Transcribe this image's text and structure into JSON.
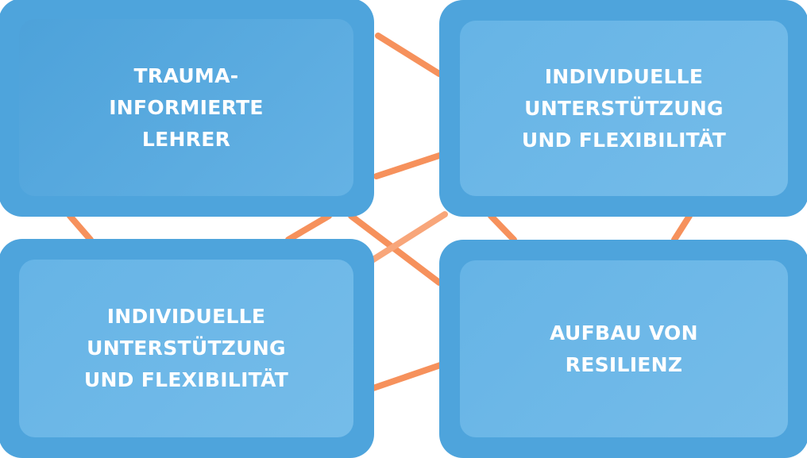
{
  "diagram": {
    "boxes": [
      {
        "id": "tl",
        "label": "TRAUMA-\nINFORMIERTE\nLEHRER"
      },
      {
        "id": "tr",
        "label": "INDIVIDUELLE\nUNTERSTÜTZUNG\nUND FLEXIBILITÄT"
      },
      {
        "id": "bl",
        "label": "INDIVIDUELLE\nUNTERSTÜTZUNG\nUND FLEXIBILITÄT"
      },
      {
        "id": "br",
        "label": "AUFBAU VON\nRESILIENZ"
      }
    ],
    "colors": {
      "box_outer": "#4ea4dc",
      "box_inner_top_left": "#5aa9df",
      "box_inner_other": "#6fb8e7",
      "connector": "#f6915c",
      "label": "#ffffff"
    }
  }
}
